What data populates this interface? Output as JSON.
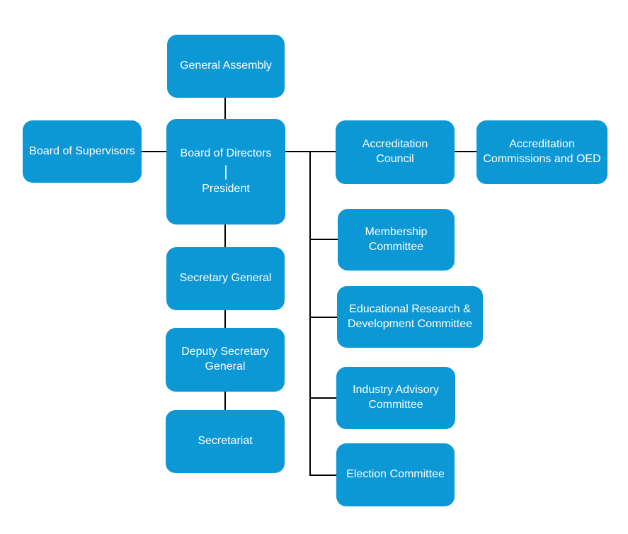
{
  "theme": {
    "box-fill": "#0c97d5",
    "box-text": "#ffffff",
    "line-color": "#000000",
    "canvas-bg": "#ffffff"
  },
  "chart_data": {
    "type": "org-chart",
    "title": "",
    "nodes": {
      "general_assembly": {
        "label": "General Assembly"
      },
      "board_of_supervisors": {
        "label": "Board of Supervisors"
      },
      "board_of_directors": {
        "title": "Board of Directors",
        "divider": "|",
        "subtitle": "President"
      },
      "accreditation_council": {
        "label": "Accreditation\nCouncil"
      },
      "accreditation_commissions_and_oed": {
        "label": "Accreditation\nCommissions and OED"
      },
      "secretary_general": {
        "label": "Secretary General"
      },
      "deputy_secretary_general": {
        "label": "Deputy Secretary\nGeneral"
      },
      "secretariat": {
        "label": "Secretariat"
      },
      "membership_committee": {
        "label": "Membership\nCommittee"
      },
      "educational_research_development_committee": {
        "label": "Educational Research &\nDevelopment Committee"
      },
      "industry_advisory_committee": {
        "label": "Industry Advisory\nCommittee"
      },
      "election_committee": {
        "label": "Election Committee"
      }
    },
    "edges": [
      {
        "from": "general_assembly",
        "to": "board_of_directors"
      },
      {
        "from": "board_of_directors",
        "to": "board_of_supervisors"
      },
      {
        "from": "board_of_directors",
        "to": "accreditation_council"
      },
      {
        "from": "accreditation_council",
        "to": "accreditation_commissions_and_oed"
      },
      {
        "from": "board_of_directors",
        "to": "secretary_general"
      },
      {
        "from": "secretary_general",
        "to": "deputy_secretary_general"
      },
      {
        "from": "deputy_secretary_general",
        "to": "secretariat"
      },
      {
        "from": "board_of_directors",
        "to": "membership_committee"
      },
      {
        "from": "board_of_directors",
        "to": "educational_research_development_committee"
      },
      {
        "from": "board_of_directors",
        "to": "industry_advisory_committee"
      },
      {
        "from": "board_of_directors",
        "to": "election_committee"
      }
    ]
  }
}
